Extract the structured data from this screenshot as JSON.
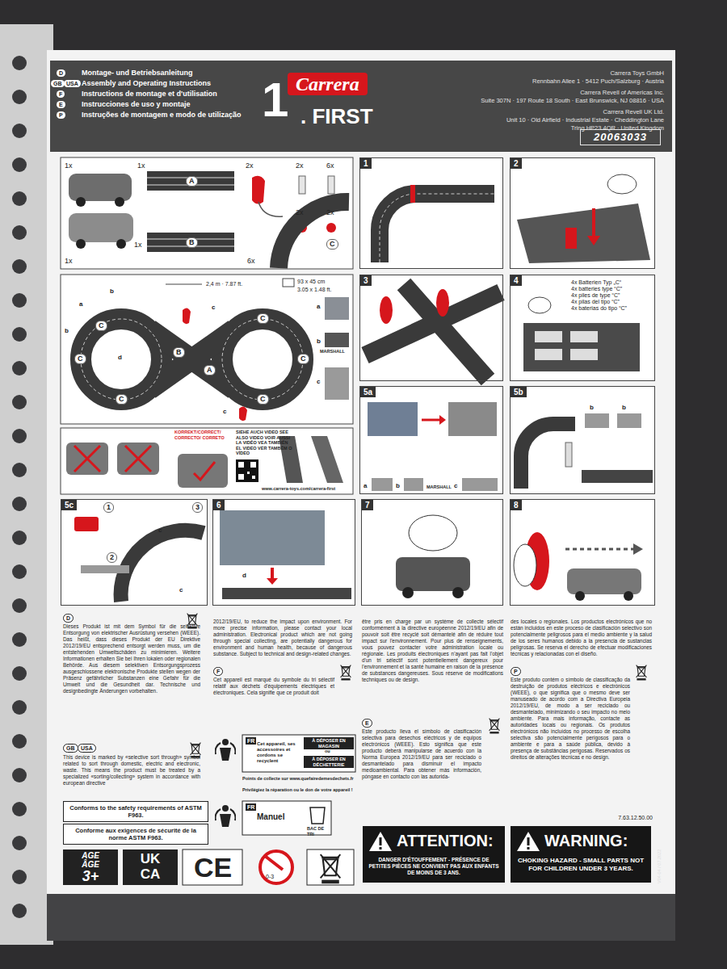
{
  "diagram": {
    "nodes": [
      {
        "text": [
          "20063033"
        ]
      },
      {
        "text": [
          "1"
        ]
      },
      {
        "text": [
          "2"
        ]
      },
      {
        "text": [
          "3"
        ]
      },
      {
        "text": [
          "4",
          "4x Batterien Typ „C“",
          "4x batteries type “C”",
          "4x piles de type “C”",
          "4x pilas del tipo “C”",
          "4x baterias do tipo “C”"
        ]
      },
      {
        "text": [
          "5a"
        ]
      },
      {
        "text": [
          "5b"
        ]
      },
      {
        "text": [
          "5c"
        ]
      },
      {
        "text": [
          "6"
        ]
      },
      {
        "text": [
          "7"
        ]
      },
      {
        "text": [
          "8"
        ]
      },
      {
        "text": [
          "Conforms to the safety requirements of ASTM F963."
        ]
      },
      {
        "text": [
          "Conforme aux exigences de sécurité de la norme ASTM F963."
        ]
      },
      {
        "text": [
          "AGE",
          "ÂGE",
          "3+"
        ]
      },
      {
        "text": [
          "UK",
          "CA"
        ]
      },
      {
        "text": [
          "ATTENTION:",
          "DANGER D'ÉTOUFFEMENT - PRÉSENCE DE PETITES PIÈCES NE CONVIENT PAS AUX ENFANTS DE MOINS DE 3 ANS."
        ]
      },
      {
        "text": [
          "WARNING:",
          "CHOKING HAZARD - SMALL PARTS NOT FOR CHILDREN UNDER 3 YEARS."
        ]
      }
    ],
    "labels": [
      "D",
      "GB",
      "USA",
      "F",
      "E",
      "P",
      "Montage- und Betriebsanleitung",
      "Assembly and Operating Instructions",
      "Instructions de montage et d'utilisation",
      "Instrucciones de uso y montaje",
      "Instruções de montagem e modo de utilização",
      "Carrera",
      "1",
      ". FIRST",
      "Carrera Toys GmbH",
      "Rennbahn Allee 1 · 5412 Puch/Salzburg · Austria",
      "Carrera Revell of Americas Inc.",
      "Suite 307N · 197 Route 18 South · East Brunswick, NJ 08816 · USA",
      "Carrera Revell UK Ltd.",
      "Unit 10 · Old Airfield · Industrial Estate · Cheddington Lane",
      "Tring HP23 4QR · United Kingdom",
      "1x",
      "1x",
      "A",
      "2x",
      "2x",
      "6x",
      "2x",
      "2x",
      "1x",
      "1x",
      "B",
      "6x",
      "C",
      "2,4 m · 7.87 ft.",
      "93 x 45 cm",
      "3.05 x 1.48 ft.",
      "a",
      "b",
      "b",
      "C",
      "C",
      "C",
      "d",
      "B",
      "A",
      "C",
      "C",
      "C",
      "c",
      "c",
      "a",
      "MARSHALL",
      "b",
      "c",
      "KORREKT/CORRECT/ CORRECTO/ CORRETO",
      "SIEHE AUCH VIDEO SEE ALSO VIDEO VOIR AUSSI LA VIDÉO VEA TAMBIÉN EL VIDEO VER TAMBÉM O VÍDEO",
      "www.carrera-toys.com/carrera-first",
      "a",
      "b",
      "MARSHALL",
      "c",
      "b",
      "b",
      "1",
      "2",
      "3",
      "c",
      "c",
      "d",
      "D",
      "Dieses Produkt ist mit dem Symbol für die selektive Entsorgung von elektrischer Ausrüstung versehen (WEEE). Das heißt, dass dieses Produkt der EU Direktive 2012/19/EU entsprechend entsorgt werden muss, um die entstehenden Umweltschäden zu minimieren. Weitere Informationen erhalten Sie bei Ihren lokalen oder regionalen Behörde. Aus diesem selektiven Entsorgungsprozess ausgeschlossene elektronische Produkte stellen wegen der Präsenz gefährlicher Substanzen eine Gefahr für die Umwelt und die Gesundheit dar. Technische und designbedingte Änderungen vorbehalten.",
      "GB",
      "USA",
      "This device is marked by «selective sort through» symbol related to sort through domestic, electric and electronic, waste. This means the product must be treated by a specialized «sorting/collecting» system in accordance with european directive",
      "2012/19/EU, to reduce the impact upon environment. For more precise information, please contact your local administration. Electronical product which are not going through special collecting, are potentially dangerous for environment and human health, because of dangerous substance. Subject to technical and design-related changes.",
      "F",
      "Cet appareil est marqué du symbole du tri sélectif relatif aux déchets d'équipements électriques et électroniques. Cela signifie que ce produit doit",
      "être pris en charge par un système de collecte sélectif conformément à la directive européenne 2012/19/EU afin de pouvoir soit être recyclé soit démantelé afin de réduire tout impact sur l'environnement. Pour plus de renseignements, vous pouvez contacter votre administration locale ou régionale. Les produits électroniques n'ayant pas fait l'objet d'un tri sélectif sont potentiellement dangereux pour l'environnement et la santé humaine en raison de la présence de substances dangereuses. Sous réserve de modifications techniques ou de design.",
      "E",
      "Este producto lleva el símbolo de clasificación selectiva para desechos eléctricos y de equipos electrónicos (WEEE). Esto significa que este producto deberá manipularse de acuerdo con la Norma Europea 2012/19/EU para ser reciclado o desmantelado para disminuir el impacto medioambiental. Para obtener más información, póngase en contacto con las autorida-",
      "des locales o regionales. Los productos electrónicos que no están incluidos en este proceso de clasificación selectivo son potencialmente peligrosos para el medio ambiente y la salud de los seres humanos debido a la presencia de sustancias peligrosas. Se reserva el derecho de efectuar modificaciones técnicas y relacionadas con el diseño.",
      "P",
      "Este produto contém o símbolo de classificação da destruição de produtos eléctricos e electrónicos (WEEE), o que significa que o mesmo deve ser manuseado de acordo com a Directiva Europeia 2012/19/EU, de modo a ser reciclado ou desmantelado, minimizando o seu impacto no meio ambiente. Para mais informação, contacte as autoridades locais ou regionais. Os produtos electrónicos não incluídos no processo de escolha selectiva são potencialmente perigosos para o ambiente e para a saúde pública, devido à presença de substâncias perigosas. Reservados os direitos de alterações técnicas e no design.",
      "FR",
      "Cet appareil, ses accessoires et cordons se recyclent",
      "À DÉPOSER EN MAGASIN",
      "ou",
      "À DÉPOSER EN DÉCHETTERIE",
      "Points de collecte sur www.quefairedemesdechets.fr",
      "Privilégiez la réparation ou le don de votre appareil !",
      "FR",
      "Manuel",
      "BAC DE TRI",
      "7.63.12.50.00",
      "CE",
      "0-3",
      "V04-04 / 07.2022"
    ]
  }
}
